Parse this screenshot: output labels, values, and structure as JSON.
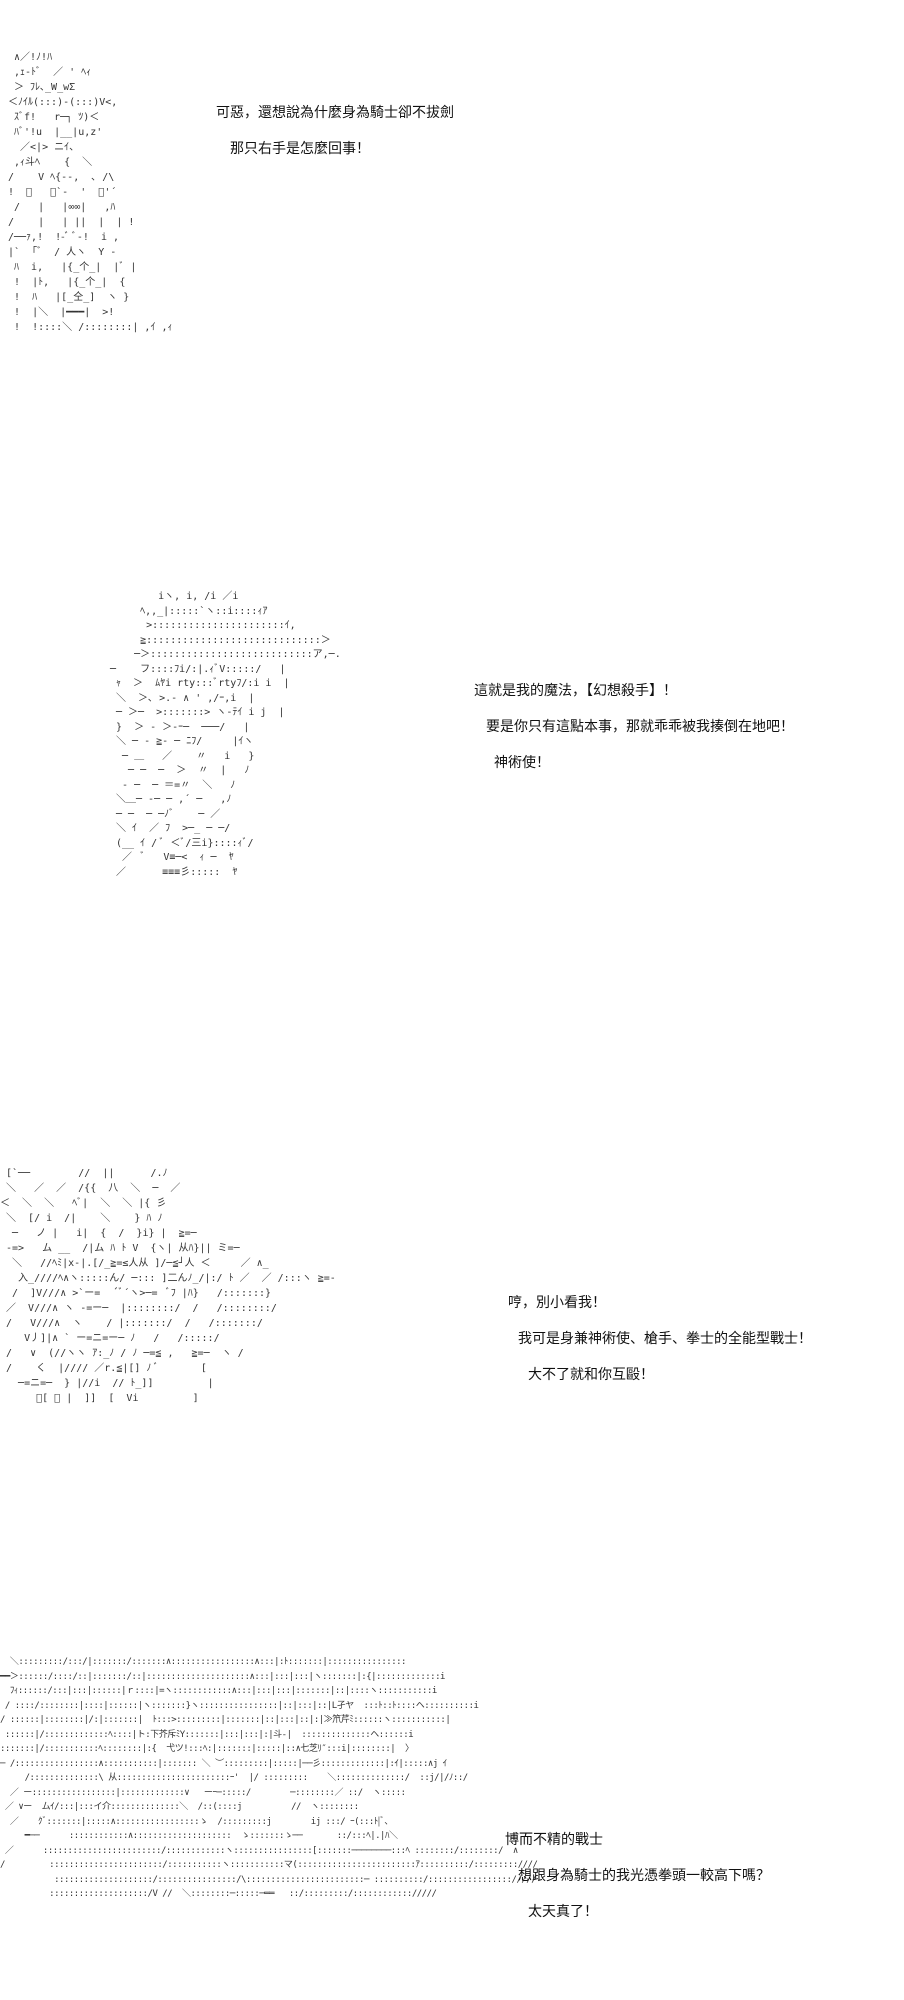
{
  "panels": [
    {
      "art": " ∧／!ﾉ!ﾊ\n ,ｪ-ﾄﾞ  ／ ' ﾍｨ\n ＞ ﾌﾚ､_W_wΣ\n＜ﾉｲﾙ(:::)-(:::)V<,\n ｽﾞf!   r─┐ ﾂ)＜\n ﾊﾞ'!u  |__|u,z'\n  ／<|> ニｲ、\n ,ｨ斗ﾍ    {  ＼\n/    V ﾍ{--,  ､ /\\\n!  ゙   ﾞ`-  '  ゙'´\n /   |   |∞∞|   ,ﾊ\n/    |   | ||  |  | !\n/──ｧ,!  !-ﾞ ﾞ-!  i ,\n|`  ｢ﾞ  / 人ヽ  Y -\n ﾊ  i,   |{_个_|  |ﾞ |\n !  |ﾄ,   |{_个_|  {\n !  ﾊ   |[_仝_]  ヽ }\n !  |＼  |━━━|  >!\n !  !::::＼ /::::::::| ,ｲ ,ｨ",
      "lines": [
        "可惡，還想說為什麼身為騎士卻不拔劍",
        "那只右手是怎麼回事！"
      ]
    },
    {
      "art": "        iヽ, i, /i ／i\n     ﾍ,,_|:::::`ヽ::i::::ｨｱ\n      >::::::::::::::::::::::ｲ,\n     ≧:::::::::::::::::::::::::::::＞\n    ─＞:::::::::::::::::::::::::::ア,─.\n─    フ::::ﾌi/:|.ｨﾞV:::::/   |\n ｬ  ＞  ﾑﾔi rty:::ﾞrtyﾌ/:i i  |\n ＼  ＞､ >.- ∧ ' ,/ｰ,i  |\n ─ ＞─  >:::::::> ヽ-ﾃｲ i j  |\n }  ＞ - ＞-ｰ─  ───/   |\n ＼ ─ - ≧- ─ ﾆﾌ/     |ｲヽ\n  ─ ＿   ／    〃   i   }\n   ─ ─  ─  ＞  〃  |   ﾉ\n  - ─  ─ ＝=〃  ＼   ﾉ\n ＼＿─ -─ ─ ,´ ─   ,ﾉ\n ─ ─  ─ ─ﾉﾞ    ─ ／\n ＼ ｲ  ／ ﾌ  >─_ ─ ─/\n (__ ｲ / ﾞ ＜ﾞ/三i}::::ｨﾞ/\n  ／  ﾞ   V≡─<  ｨ ─  ﾔ\n ／      ≡≡≡彡:::::  ﾔ",
      "lines": [
        "這就是我的魔法，【幻想殺手】！",
        "要是你只有這點本事，那就乖乖被我揍倒在地吧！",
        "神術使！"
      ]
    },
    {
      "art": " [`──        //  ||      /.ﾉ\n ＼   ／  ／  /{{  八  ＼  ─  ／\n＜  ＼  ＼   ﾍﾞ|  ＼  ＼ |{ 彡\n ＼  [/ i  /|    ＼    } ﾊ ﾉ\n  ─   ノ |   i|  {  /  }i} |  ≧=─\n -=>   ム __  /|ム ﾊ ﾄ V  {ヽ| 从ﾊ}|| ミ=─\n  ＼   //ﾍﾐ|x-|.[/_≧=≤人从 ]/─≦┘人 ＜     ／ ∧_\n   入_////ﾍ∧ヽ:::::ん/ ─::: ]二んﾉ_/|:/ ﾄ ／  ／ /:::ヽ ≧=-\n  /  ]V///∧ >`ー=  ´ﾞ´ヽ>─=  ﾞﾌ |ﾊ}   /:::::::}\n ／  V///∧ ヽ -=ー─  |::::::::/  /   /::::::::/\n /   V///∧  ヽ    / |:::::::/  /   /:::::::/\n    V丿]|∧ ` ー=ニ=ー─ ﾉ   /   /:::::/\n /   ∨  (//ヽヽ ｱ:_ﾉ / ﾉ ─=≦ ,   ≧=─  ヽ /\n /    く  |//// ／r.≦|[] ﾉ ﾞ       [\n   ─=ニ=─  } |//i  // ﾄ_]]         |\n      ﾞ[ ＜ |  ]]  [  Vi         ]",
      "lines": [
        "哼，別小看我！",
        "我可是身兼神術使、槍手、拳士的全能型戰士！",
        "大不了就和你互毆！"
      ]
    },
    {
      "art": "  ＼:::::::::/:::/|:::::::/:::::::∧:::::::::::::::::∧:::|:ﾄ:::::::|::::::::::::::::\n━━＞::::::/::::/::|:::::::/::|:::::::::::::::::::::∧:::|:::|:::|ヽ:::::::|:{|:::::::::::::i\n  ﾌｨ::::::/:::|:::|::::::|ｒ::::|=ヽ::::::::::::∧:::|:::|:::|:::::::|::|::::ヽ:::::::::::i\n / ::::/::::::::|::::|::::::|ヽ:::::::}ヽ::::::::::::::::|::|:::|::|L孑ヤ  :::ﾄ::ﾄ::::ヘ::::::::::i\n/ ::::::|::::::::|/:|:::::::|  ﾄ:::>:::::::::|:::::::|::|:::|::|:|≫笊芹ﾐ::::::ヽ:::::::::::|\n ::::::|/:::::::::::::ﾍ::::|ト:下芥斥ﾐY:::::::|:::|:::|:|斗-|  ::::::::::::::ヘ::::::i\n:::::::|/:::::::::::ﾍ::::::::|:{  弋ツ!:::ﾍ:|:::::::|:::::|::∧七芝ﾘ″:::i|::::::::|  〉\n─ /:::::::::::::::::∧:::::::::::|::::::: ＼ ︶:::::::::|:::::|──彡:::::::::::::|:ｲ|:::::∧j ｲ\n     /::::::::::::::\\ 从:::::::::::::::::::::::ｰ'  |/ :::::::::    ＼::::::::::::::/  ::j/|/ﾉ::/\n  ／ ー:::::::::::::::::|:::::::::::::∨   ーｰ─:::::/        ─::::::::／ ::/  ヽ:::::\n ／ ∨ー  ムｲ/:::|:::イ介::::::::::::::＼  /::(::::j          //  ヽ::::::::\n  ／    ｸﾞ:::::::|:::::∧:::::::::::::::::ゝ  /:::::::::j        ij :::/ ｰ(:::ﾄ|ﾞ、\n     ━──      ::::::::::::∧::::::::::::::::::::  ゝ:::::::ゝ──       ::/:::ﾍ|.|ﾊ＼\n ／      ::::::::::::::::::::::::/::::::::::::ヽ::::::::::::::::[:::::::────────:::ﾍ ::::::::/::::::::/  ∧\n/         :::::::::::::::::::::::/:::::::::::ヽ:::::::::::マ(::::::::::::::::::::::::ｱ::::::::::/:::::::::////\n           ::::::::::::::::::::/::::::::::::::::/\\::::::::::::::::::::::::─ ::::::::::/::::::::::::::::://///\n          ::::::::::::::::::::/V //  ＼::::::::─:::::─══   ::/:::::::::/:::::::::::://///",
      "lines": [
        "博而不精的戰士",
        "想跟身為騎士的我光憑拳頭一較高下嗎？",
        "太天真了！"
      ]
    }
  ]
}
